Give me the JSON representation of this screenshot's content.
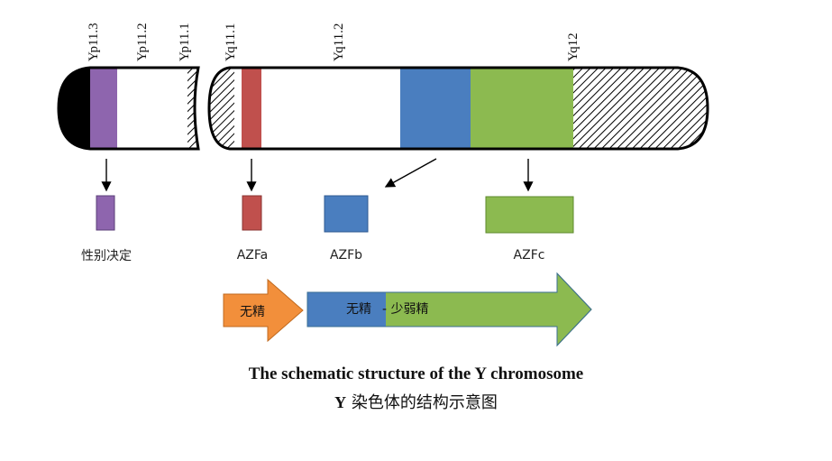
{
  "bands": {
    "yp113": "Yp11.3",
    "yp112": "Yp11.2",
    "yp111": "Yp11.1",
    "yq111": "Yq11.1",
    "yq112": "Yq11.2",
    "yq12": "Yq12"
  },
  "regions": {
    "sex_determination": "性别决定",
    "azfa": "AZFa",
    "azfb": "AZFb",
    "azfc": "AZFc"
  },
  "phenotype_arrows": {
    "azoospermia": "无精",
    "azoo_to_oligo_part1": "无精",
    "azoo_to_oligo_part2": "- 少弱精"
  },
  "caption": {
    "english": "The schematic structure of the Y chromosome",
    "chinese_prefix": "Y",
    "chinese_rest": " 染色体的结构示意图"
  },
  "colors": {
    "sry_purple": "#8e65ae",
    "azfa_red": "#c0504d",
    "azfb_blue": "#4a7ebf",
    "azfc_green": "#8cba50",
    "arrow_orange": "#f28f3b",
    "outline": "#000000"
  }
}
